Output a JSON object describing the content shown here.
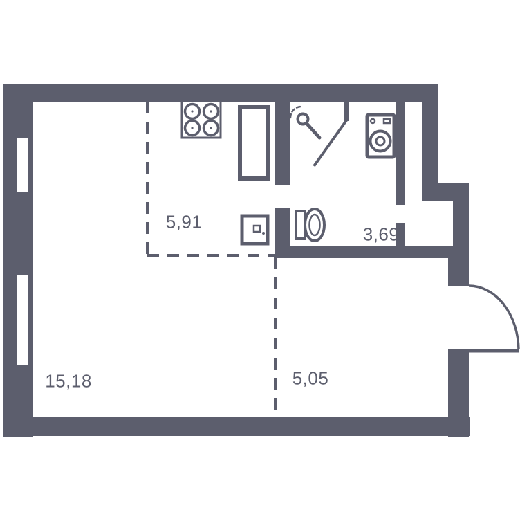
{
  "plan": {
    "wall_color": "#5c5e6d",
    "background_color": "#ffffff",
    "rooms": [
      {
        "name": "kitchen",
        "area_label": "5,91"
      },
      {
        "name": "bathroom",
        "area_label": "3,69"
      },
      {
        "name": "living-room",
        "area_label": "15,18"
      },
      {
        "name": "hallway",
        "area_label": "5,05"
      }
    ],
    "fixtures": [
      {
        "name": "stove-icon"
      },
      {
        "name": "refrigerator-icon"
      },
      {
        "name": "kitchen-sink-icon"
      },
      {
        "name": "shower-icon"
      },
      {
        "name": "shower-door-line"
      },
      {
        "name": "washing-machine-icon"
      },
      {
        "name": "toilet-icon"
      },
      {
        "name": "entrance-door-swing"
      },
      {
        "name": "window-left-top"
      },
      {
        "name": "window-left-bottom"
      }
    ]
  }
}
